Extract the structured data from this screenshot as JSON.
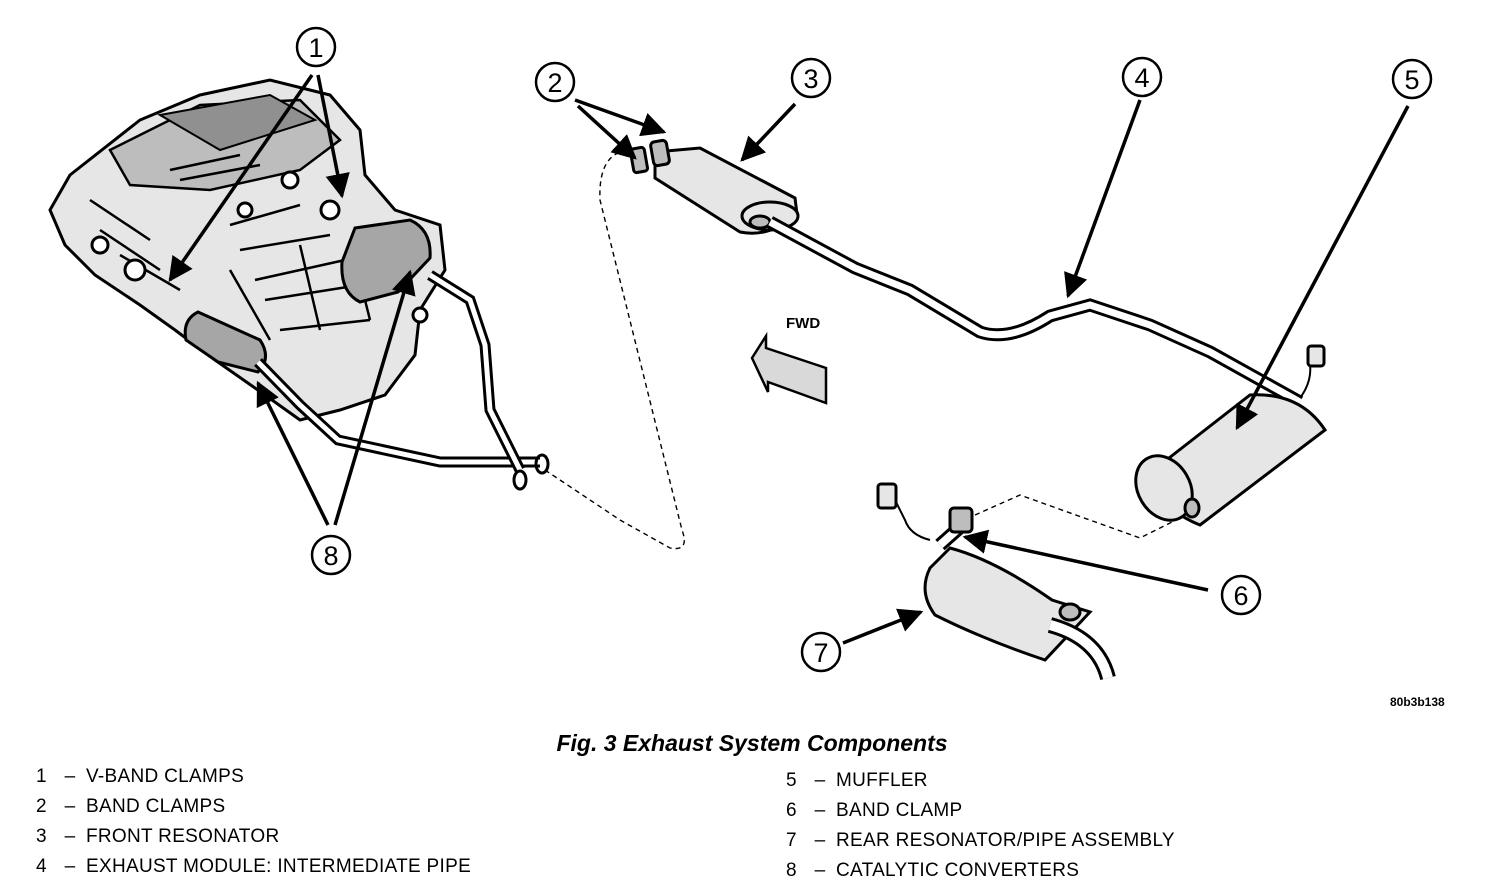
{
  "figure": {
    "caption": "Fig. 3 Exhaust System Components",
    "fwd_label": "FWD",
    "image_code": "80b3b138"
  },
  "callouts": [
    "1",
    "2",
    "3",
    "4",
    "5",
    "6",
    "7",
    "8"
  ],
  "legend": [
    {
      "number": "1",
      "dash": "–",
      "text": "V-BAND CLAMPS"
    },
    {
      "number": "2",
      "dash": "–",
      "text": "BAND CLAMPS"
    },
    {
      "number": "3",
      "dash": "–",
      "text": "FRONT RESONATOR"
    },
    {
      "number": "4",
      "dash": "–",
      "text": "EXHAUST MODULE: INTERMEDIATE PIPE"
    },
    {
      "number": "5",
      "dash": "–",
      "text": "MUFFLER"
    },
    {
      "number": "6",
      "dash": "–",
      "text": "BAND CLAMP"
    },
    {
      "number": "7",
      "dash": "–",
      "text": "REAR RESONATOR/PIPE ASSEMBLY"
    },
    {
      "number": "8",
      "dash": "–",
      "text": "CATALYTIC CONVERTERS"
    }
  ]
}
